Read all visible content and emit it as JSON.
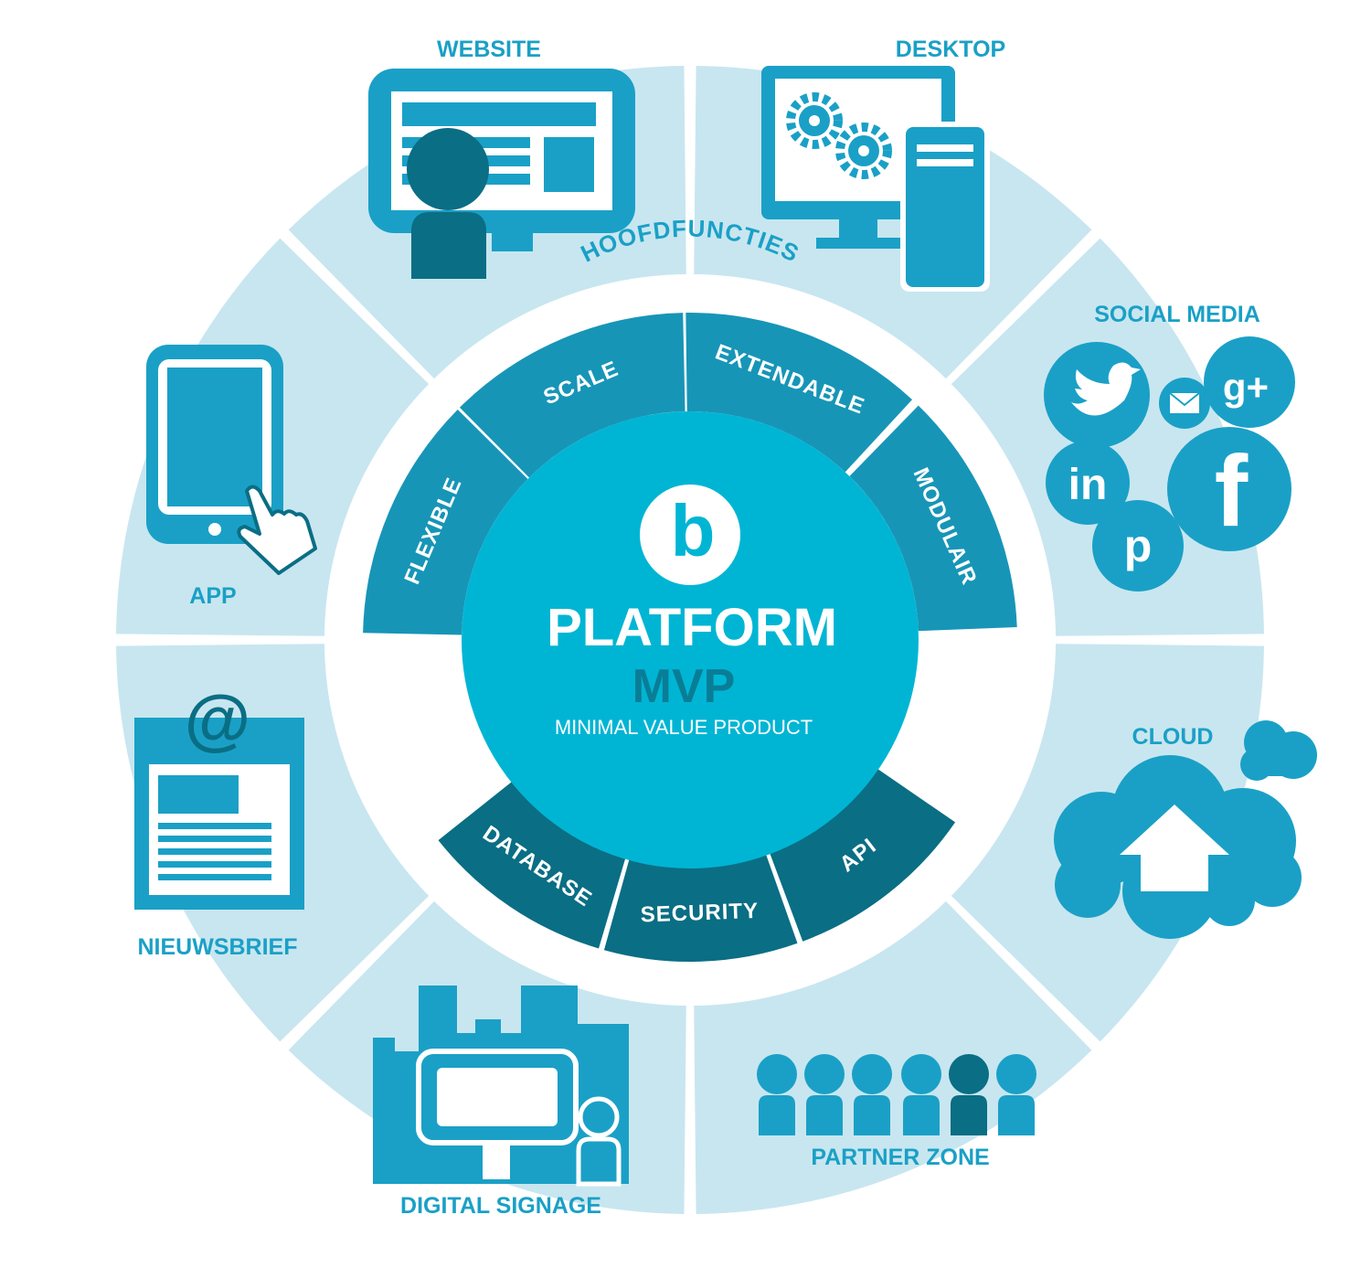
{
  "colors": {
    "outer_ring": "#c8e6f0",
    "icon": "#1aa0c6",
    "icon_dark": "#0a6e84",
    "hub": "#00b5d4",
    "top_arcs": "#1795b7",
    "bottom_arcs": "#0a6e84",
    "label": "#1aa0c6"
  },
  "outer_segments": [
    {
      "label": "WEBSITE",
      "icon": "monitor-user-icon"
    },
    {
      "label": "DESKTOP",
      "icon": "desktop-computer-gears-icon"
    },
    {
      "label": "SOCIAL MEDIA",
      "icon": "social-bubbles-icon"
    },
    {
      "label": "CLOUD",
      "icon": "cloud-upload-icon"
    },
    {
      "label": "PARTNER ZONE",
      "icon": "people-group-icon"
    },
    {
      "label": "DIGITAL SIGNAGE",
      "icon": "billboard-city-icon"
    },
    {
      "label": "NIEUWSBRIEF",
      "icon": "newsletter-at-icon"
    },
    {
      "label": "APP",
      "icon": "tablet-touch-icon"
    }
  ],
  "ring_title": "HOOFDFUNCTIES",
  "top_arcs": [
    "FLEXIBLE",
    "SCALE",
    "EXTENDABLE",
    "MODULAIR"
  ],
  "bottom_arcs": [
    "DATABASE",
    "SECURITY",
    "API"
  ],
  "hub": {
    "logo_letter": "b",
    "title": "PLATFORM",
    "subtitle": "MVP",
    "tagline": "MINIMAL VALUE PRODUCT"
  },
  "social": {
    "twitter": "twitter-icon",
    "mail": "mail-icon",
    "google": "g+",
    "linkedin": "in",
    "facebook": "f",
    "pinterest": "p"
  },
  "at_sign": "@"
}
